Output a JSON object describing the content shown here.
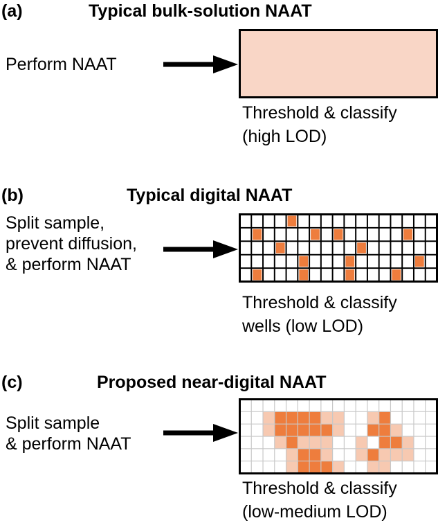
{
  "panels": [
    {
      "label": "(a)",
      "title": "Typical bulk-solution NAAT",
      "input_lines": [
        "Perform NAAT"
      ],
      "output_lines": [
        "Threshold & classify",
        "(high LOD)"
      ]
    },
    {
      "label": "(b)",
      "title": "Typical digital NAAT",
      "input_lines": [
        "Split sample,",
        "prevent diffusion,",
        "& perform NAAT"
      ],
      "output_lines": [
        "Threshold & classify",
        "wells (low LOD)"
      ]
    },
    {
      "label": "(c)",
      "title": "Proposed near-digital NAAT",
      "input_lines": [
        "Split sample",
        "& perform NAAT"
      ],
      "output_lines": [
        "Threshold & classify",
        "(low-medium LOD)"
      ]
    }
  ],
  "colors": {
    "bulk_fill": "#f9d6c6",
    "positive": "#ee7d3d",
    "light": "#f7c9b1",
    "grid_dark": "#000000",
    "grid_light": "#c8c8c8"
  }
}
